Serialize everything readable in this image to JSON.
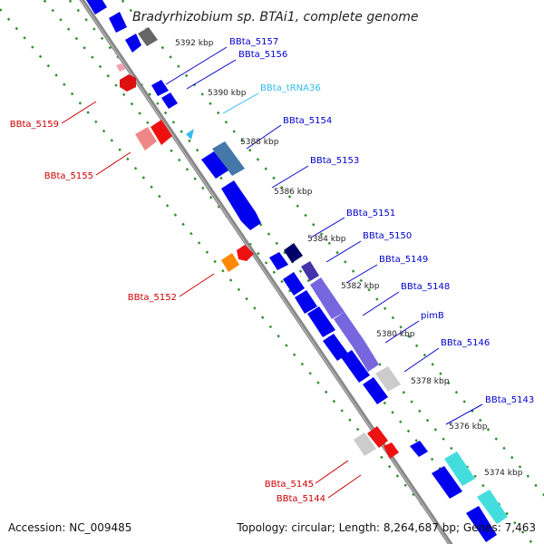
{
  "title": "Bradyrhizobium sp. BTAi1, complete genome",
  "footer": {
    "accession": "Accession: NC_009485",
    "topology": "Topology: circular; Length: 8,264,687 bp; Genes: 7,463"
  },
  "colors": {
    "backbone": "#7f7f7f",
    "tick": "#2e8b2e",
    "forward_label": "#0000cc",
    "reverse_label": "#cc0000",
    "rna_label": "#33bbee"
  },
  "scale": [
    "5392 kbp",
    "5390 kbp",
    "5388 kbp",
    "5386 kbp",
    "5384 kbp",
    "5382 kbp",
    "5380 kbp",
    "5378 kbp",
    "5376 kbp",
    "5374 kbp"
  ],
  "forward_genes": [
    "BBta_5157",
    "BBta_5156",
    "BBta_tRNA36",
    "BBta_5154",
    "BBta_5153",
    "BBta_5151",
    "BBta_5150",
    "BBta_5149",
    "BBta_5148",
    "pimB",
    "BBta_5146",
    "BBta_5143"
  ],
  "reverse_genes": [
    "BBta_5159",
    "BBta_5155",
    "BBta_5152",
    "BBta_5145",
    "BBta_5144"
  ]
}
